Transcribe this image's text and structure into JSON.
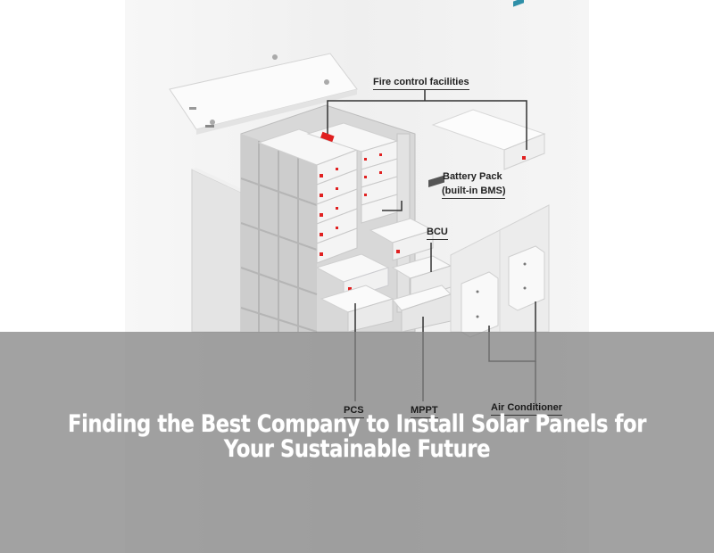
{
  "illustration": {
    "subject": "exploded-view battery energy storage cabinet",
    "labels": {
      "fire_control": "Fire control facilities",
      "battery_pack_line1": "Battery Pack",
      "battery_pack_line2": "(built-in BMS)",
      "bcu": "BCU",
      "pcs": "PCS",
      "mppt": "MPPT",
      "air_conditioner": "Air Conditioner"
    },
    "colors": {
      "background": "#f3f3f3",
      "cabinet": "#e6e6e6",
      "frame": "#cfcfcf",
      "accent_red": "#e02020",
      "leader_line": "#333333"
    }
  },
  "banner": {
    "title_line1": "Finding the Best Company to Install Solar Panels for",
    "title_line2": "Your Sustainable Future",
    "overlay_color": "#8a8a8a",
    "text_color": "#ffffff"
  }
}
